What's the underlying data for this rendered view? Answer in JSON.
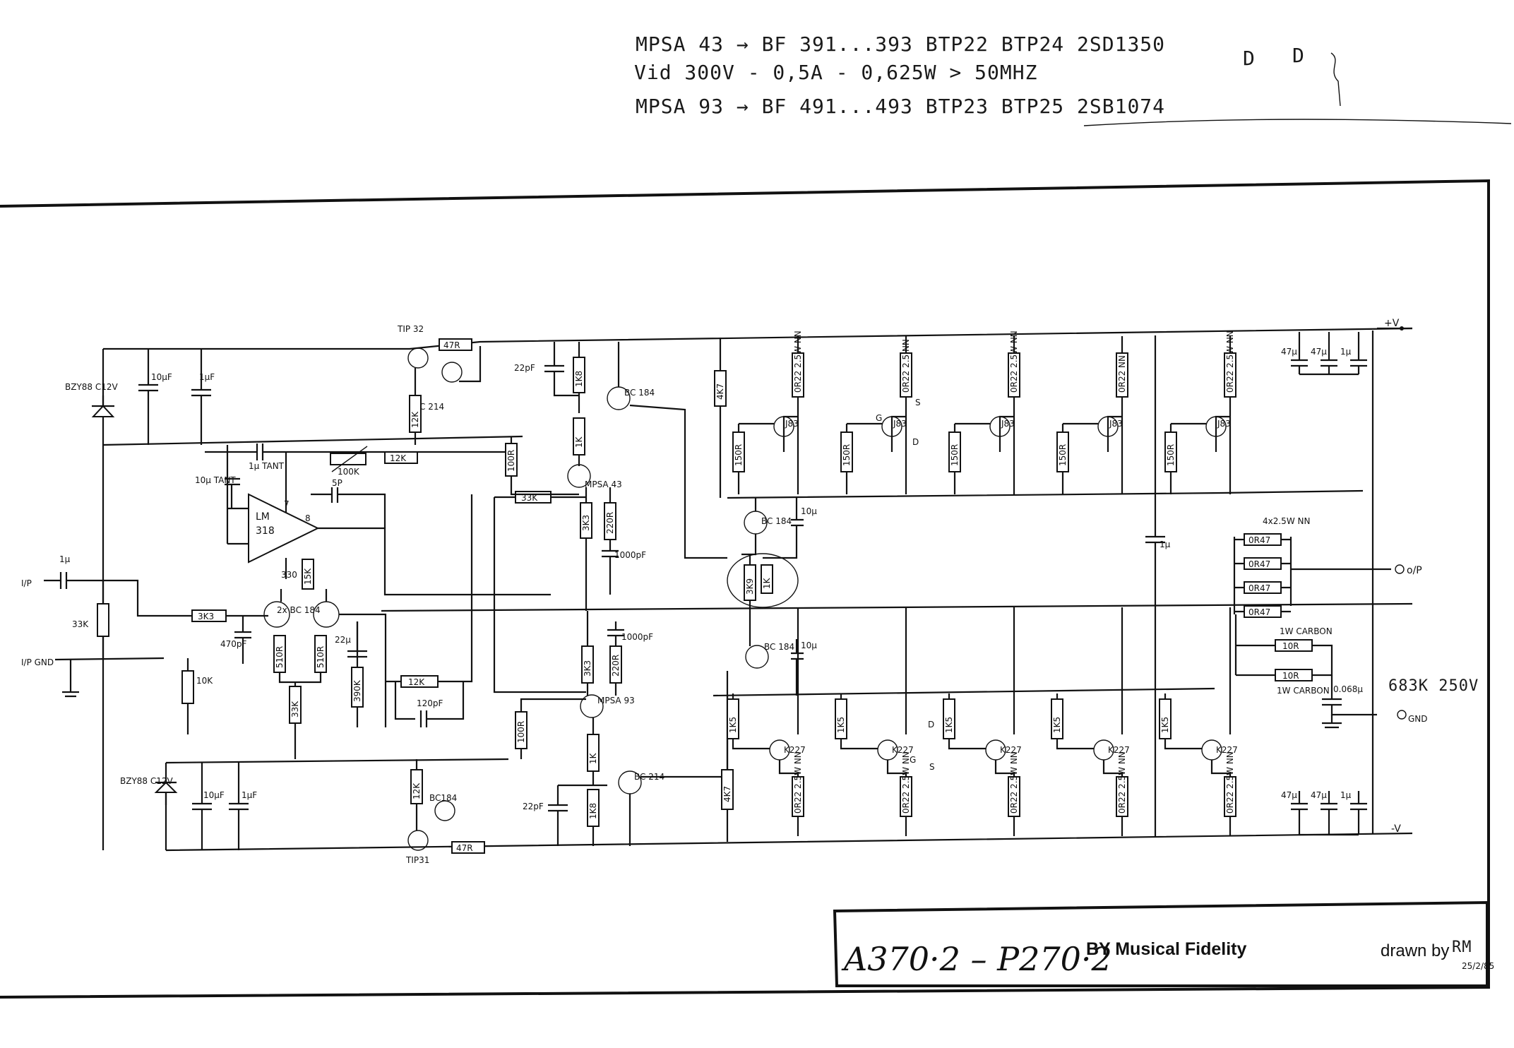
{
  "notes": {
    "line1": "MPSA 43 → BF 391...393 BTP22 BTP24 2SD1350",
    "line2": "Vid 300V - 0,5A - 0,625W > 50MHZ",
    "line3": "MPSA 93 → BF 491...493 BTP23 BTP25 2SB1074",
    "mark_d1": "D",
    "mark_d2": "D"
  },
  "title_block": {
    "model": "A370·2 – P270·2",
    "by": "BY Musical Fidelity",
    "drawn_by": "drawn by",
    "initials": "RM",
    "date": "25/2/85"
  },
  "terminals": {
    "pos_rail": "+V",
    "neg_rail": "-V",
    "output": "o/P",
    "input": "I/P",
    "input_gnd": "I/P GND",
    "out_gnd": "GND"
  },
  "opamp": {
    "line1": "LM",
    "line2": "318",
    "pin7": "7",
    "pin8": "8"
  },
  "supply_reg": {
    "pos_tr": "TIP 32",
    "pos_tr2": "BC 214",
    "pos_r1": "47R",
    "pos_r2": "12K",
    "pos_zener": "BZY88 C12V",
    "pos_c1": "10µF",
    "pos_c2": "1µF",
    "neg_tr": "TIP31",
    "neg_tr2": "BC184",
    "neg_r1": "47R",
    "neg_r2": "12K",
    "neg_zener": "BZY88 C12V",
    "neg_c1": "10µF",
    "neg_c2": "1µF"
  },
  "input_stage": {
    "c_in": "1µ",
    "r_in": "33K",
    "r_3k3": "3K3",
    "r_10k": "10K",
    "c_470": "470pF",
    "r_510a": "510R",
    "r_510b": "510R",
    "r_33k": "33K",
    "r_390k": "390K",
    "r_15k": "15K",
    "c_330": "330",
    "dual_tr": "2x BC 184",
    "c_22u": "22µ",
    "c_10u": "10µ TANT",
    "c_1u": "1µ TANT",
    "r_100k": "100K",
    "r_12k_a": "12K",
    "c_5p": "5P",
    "r_12k_b": "12K",
    "c_120p": "120pF",
    "r_33k_b": "33K",
    "r_100r_top": "100R",
    "r_100r_bot": "100R"
  },
  "vas": {
    "c_22p_top": "22pF",
    "r_1k8_top": "1K8",
    "r_1k_top": "1K",
    "tr_bc184": "BC 184",
    "tr_mpsa43": "MPSA 43",
    "r_3k3_top": "3K3",
    "r_220r_top": "220R",
    "c_1000_top": "1000pF",
    "r_3k3_bot": "3K3",
    "r_220r_bot": "220R",
    "c_1000_bot": "1000pF",
    "tr_mpsa93": "MPSA 93",
    "r_1k_bot": "1K",
    "r_1k8_bot": "1K8",
    "c_22p_bot": "22pF",
    "tr_bc214": "BC 214"
  },
  "bias": {
    "r_4k7_top": "4K7",
    "tr_bc184": "BC 184",
    "c_10u_top": "10µ",
    "r_3k9": "3K9",
    "pot_1k": "1K",
    "tr_bc184b": "BC 184",
    "c_10u_bot": "10µ",
    "r_4k7_bot": "4K7",
    "c_1u": "1µ"
  },
  "output_stage": {
    "top_res": [
      "0R22 2.5W NN",
      "0R22 2.5 NN",
      "0R22 2.5W NN",
      "0R22 NN",
      "0R22 2.5W NN"
    ],
    "top_gate_res": [
      "150R",
      "150R",
      "150R",
      "150R",
      "150R"
    ],
    "top_fet": [
      "J83",
      "J83",
      "J83",
      "J83",
      "J83"
    ],
    "bot_res": [
      "0R22 2.5W NN",
      "0R22 2.5W NN",
      "0R22 2.5W NN",
      "0R22 2.5W NN",
      "0R22 2.5W NN"
    ],
    "bot_gate_res": [
      "1K5",
      "1K5",
      "1K5",
      "1K5",
      "1K5"
    ],
    "bot_fet": [
      "K227",
      "K227",
      "K227",
      "K227",
      "K227"
    ],
    "pin_s": "S",
    "pin_d": "D",
    "pin_g": "G"
  },
  "output_network": {
    "parallel_title": "4x2.5W NN",
    "parallel_res": [
      "0R47",
      "0R47",
      "0R47",
      "0R47"
    ],
    "carbon1": "1W CARBON",
    "r10_a": "10R",
    "r10_b": "10R",
    "carbon2": "1W CARBON",
    "zobel_c": "0.068µ",
    "zobel_val": "683K 250V",
    "rail_caps_top": [
      "47µ",
      "47µ",
      "1µ"
    ],
    "rail_caps_bot": [
      "47µ",
      "47µ",
      "1µ"
    ]
  }
}
